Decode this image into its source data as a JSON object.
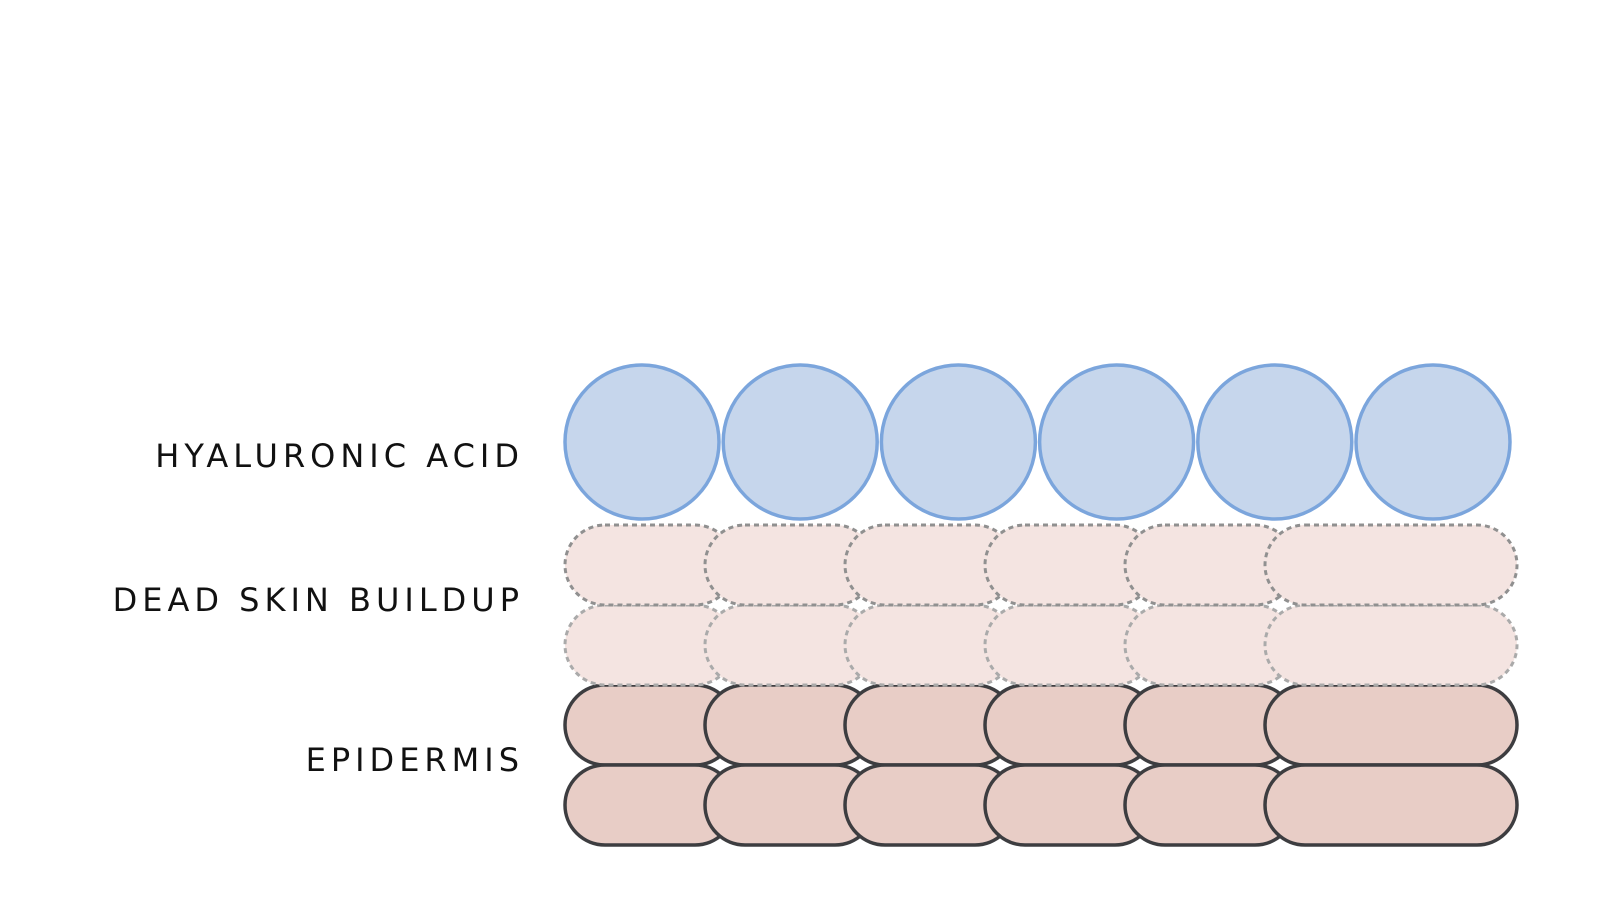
{
  "labels": {
    "hyaluronic_acid": "HYALURONIC ACID",
    "dead_skin_buildup": "DEAD SKIN BUILDUP",
    "epidermis": "EPIDERMIS"
  },
  "layers": {
    "hyaluronic_acid": {
      "molecule_count": 6,
      "fill": "#c6d6ec",
      "stroke": "#7ba5dc"
    },
    "dead_skin_buildup": {
      "rows": 2,
      "cells_per_row": 6,
      "fill": "#f4e4e1",
      "stroke_top_row": "#909090",
      "stroke_bottom_row": "#aaaaaa",
      "stroke_style": "dashed"
    },
    "epidermis": {
      "rows": 2,
      "cells_per_row": 6,
      "fill": "#e8cdc6",
      "stroke": "#3d3d40",
      "stroke_style": "solid"
    }
  }
}
